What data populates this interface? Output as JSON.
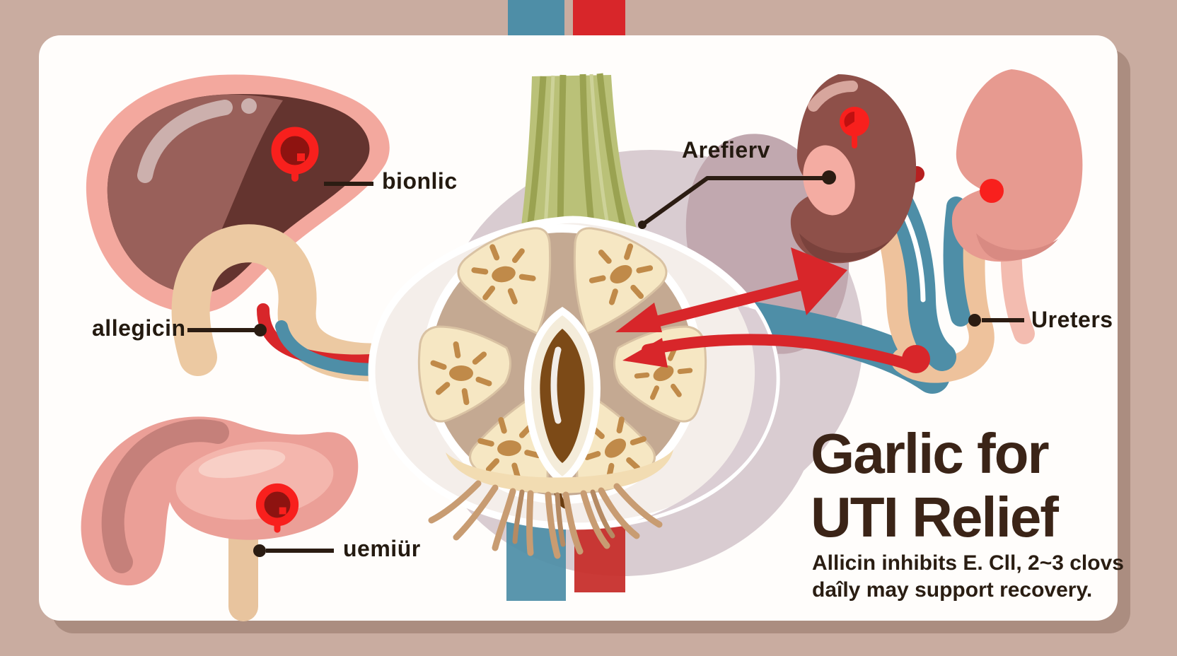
{
  "title": {
    "line1": "Garlic for",
    "line2": "UTI Relief"
  },
  "subtitle": {
    "line1": "Allicin inhibits E. Cll, 2~3 clovs",
    "line2": "daîly may support recovery."
  },
  "labels": {
    "liver": "bionlic",
    "duodenum": "allegicin",
    "stomach": "uemiür",
    "kidney": "Arefierv",
    "ureters": "Ureters"
  },
  "icons": {
    "infection_marker": "red-pin-dot"
  },
  "colors": {
    "background": "#c9aca0",
    "card": "#fffdfb",
    "card_shadow": "#ab8d80",
    "stripe_blue": "#4e8ea7",
    "stripe_red": "#d8262a",
    "pin_red": "#f8201d",
    "dark_vessel_red": "#b62020",
    "liver_pink": "#f3a89e",
    "liver_dark": "#64342f",
    "stomach_pink": "#eb9f97",
    "kidney_dark": "#8e5049",
    "kidney_pink": "#e79a90",
    "tube_beige": "#eec29c",
    "garlic_clove": "#f6e7c3",
    "stem_green": "#bac178",
    "seed_brown": "#7c4a17",
    "label_ink": "#241a10",
    "title_brown": "#3b2417"
  }
}
